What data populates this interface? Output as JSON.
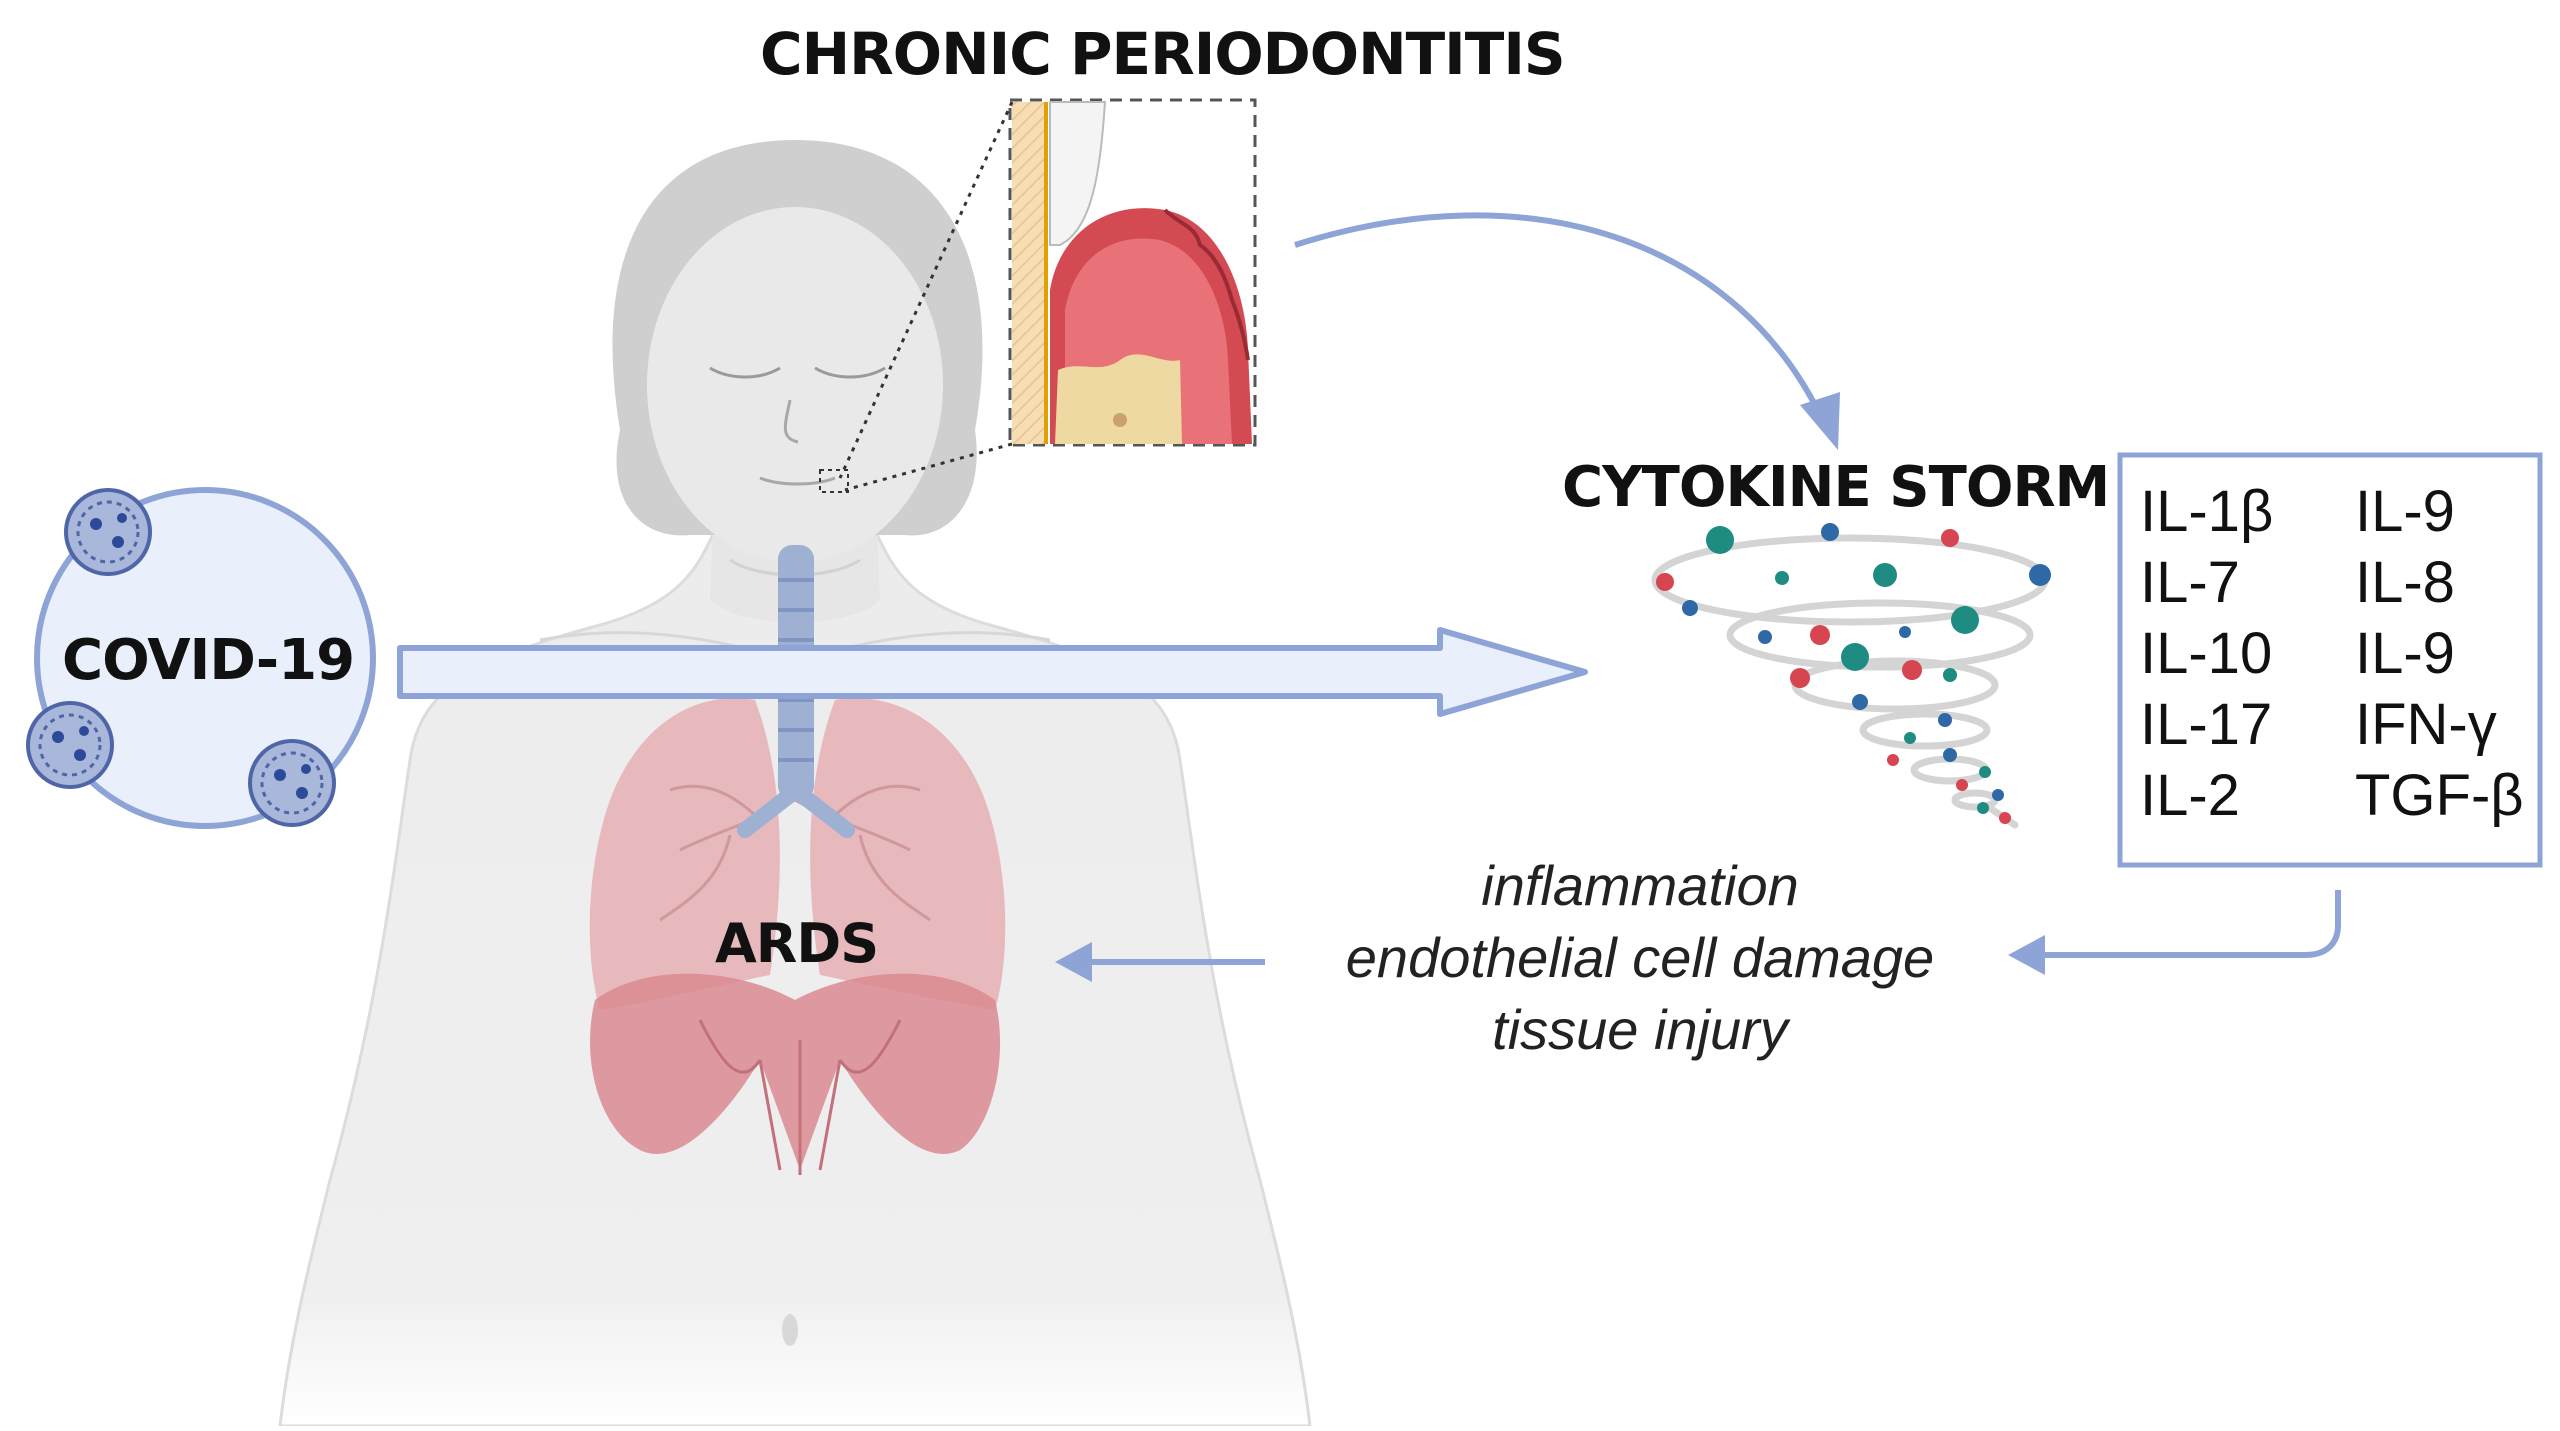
{
  "labels": {
    "chronic_periodontitis": "CHRONIC PERIODONTITIS",
    "cytokine_storm": "CYTOKINE STORM",
    "covid": "COVID-19",
    "ards": "ARDS"
  },
  "cytokines": {
    "left": [
      "IL-1β",
      "IL-7",
      "IL-10",
      "IL-17",
      "IL-2"
    ],
    "right": [
      "IL-9",
      "IL-8",
      "IL-9",
      "IFN-γ",
      "TGF-β"
    ]
  },
  "effects": [
    "inflammation",
    "endothelial cell damage",
    "tissue injury"
  ],
  "colors": {
    "arrow": "#8ea4d6",
    "virus_circle_fill": "#e9f0fb",
    "virus_circle_stroke": "#8ea4d6",
    "body": "#ececec",
    "lung": "#e7b3b6",
    "diaphragm": "#d98a90",
    "trachea": "#9fb1d3",
    "gum": "#d34a52",
    "bone": "#eed9a2",
    "storm_red": "#d64550",
    "storm_blue": "#2e69a6",
    "storm_teal": "#1e8c80"
  }
}
